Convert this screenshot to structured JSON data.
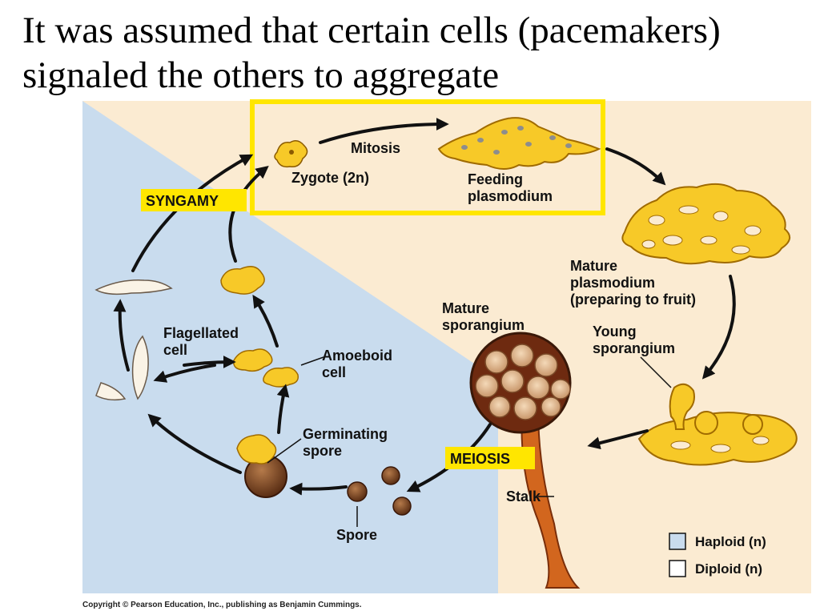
{
  "slide": {
    "title_line1": "It was assumed that certain cells (pacemakers)",
    "title_line2": "signaled the others to aggregate",
    "copyright": "Copyright © Pearson Education, Inc., publishing as Benjamin Cummings."
  },
  "diagram": {
    "labels": {
      "mitosis": "Mitosis",
      "zygote": "Zygote (2n)",
      "feeding_plasmodium_1": "Feeding",
      "feeding_plasmodium_2": "plasmodium",
      "syngamy": "SYNGAMY",
      "mature_plasmodium_1": "Mature",
      "mature_plasmodium_2": "plasmodium",
      "mature_plasmodium_3": "(preparing to fruit)",
      "mature_sporangium_1": "Mature",
      "mature_sporangium_2": "sporangium",
      "young_sporangium_1": "Young",
      "young_sporangium_2": "sporangium",
      "flagellated_1": "Flagellated",
      "flagellated_2": "cell",
      "amoeboid_1": "Amoeboid",
      "amoeboid_2": "cell",
      "germinating_1": "Germinating",
      "germinating_2": "spore",
      "meiosis": "MEIOSIS",
      "stalk": "Stalk",
      "spore": "Spore"
    },
    "legend": {
      "haploid": "Haploid (n)",
      "diploid": "Diploid (n)",
      "haploid_color": "#c9dcee",
      "diploid_color": "#fbebd2"
    },
    "colors": {
      "highlight_box": "#ffe600",
      "tag_fill": "#ffe600",
      "plasmodium": "#f7c928"
    }
  }
}
